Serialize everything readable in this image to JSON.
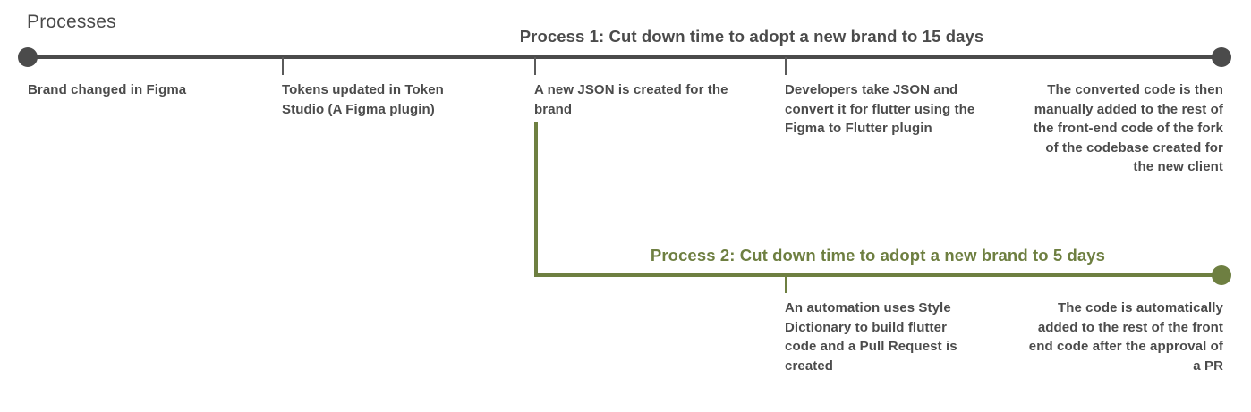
{
  "heading": "Processes",
  "colors": {
    "grey": "#4b4b4b",
    "green": "#6e7f41",
    "background": "#ffffff"
  },
  "processes": [
    {
      "id": "process-1",
      "title": "Process 1: Cut down time to adopt a new brand to 15 days",
      "color": "#4b4b4b",
      "steps": [
        {
          "id": "step-1",
          "text": "Brand changed in Figma",
          "align": "left"
        },
        {
          "id": "step-2",
          "text": "Tokens updated in Token Studio (A Figma plugin)",
          "align": "left"
        },
        {
          "id": "step-3",
          "text": "A new JSON is created for the brand",
          "align": "left"
        },
        {
          "id": "step-4",
          "text": "Developers take JSON and convert it for flutter using the  Figma to Flutter plugin",
          "align": "left"
        },
        {
          "id": "step-5",
          "text": "The converted code is then manually added to the rest of the front-end code of the fork of the codebase created for the new client",
          "align": "right"
        }
      ]
    },
    {
      "id": "process-2",
      "title": "Process 2: Cut down time to adopt a new brand to 5 days",
      "color": "#6e7f41",
      "steps": [
        {
          "id": "step-6",
          "text": "An automation uses Style Dictionary to build flutter code and a Pull Request is created",
          "align": "left"
        },
        {
          "id": "step-7",
          "text": "The code is automatically added to the rest of the front end code after the approval of a PR",
          "align": "right"
        }
      ]
    }
  ]
}
